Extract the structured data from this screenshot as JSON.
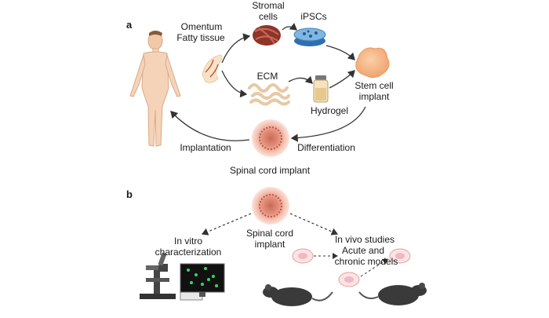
{
  "panel_a": {
    "letter": "a",
    "omentum": "Omentum",
    "fatty_tissue": "Fatty tissue",
    "stromal": "Stromal",
    "cells": "cells",
    "ipscs": "iPSCs",
    "ecm": "ECM",
    "hydrogel": "Hydrogel",
    "stem_cell": "Stem cell",
    "implant": "implant",
    "implantation": "Implantation",
    "differentiation": "Differentiation",
    "spinal_cord_implant": "Spinal cord implant"
  },
  "panel_b": {
    "letter": "b",
    "spinal_cord": "Spinal cord",
    "implant": "implant",
    "in_vitro": "In vitro",
    "characterization": "characterization",
    "in_vivo_studies": "In vivo studies",
    "acute_and": "Acute and",
    "chronic_models": "chronic models"
  },
  "colors": {
    "tissue": "#e8a78a",
    "implant_core": "#c96a5a",
    "stromal": "#9a3b2e",
    "dish": "#6fa8d8",
    "mouse": "#3a3a3a",
    "arrow": "#333333"
  }
}
